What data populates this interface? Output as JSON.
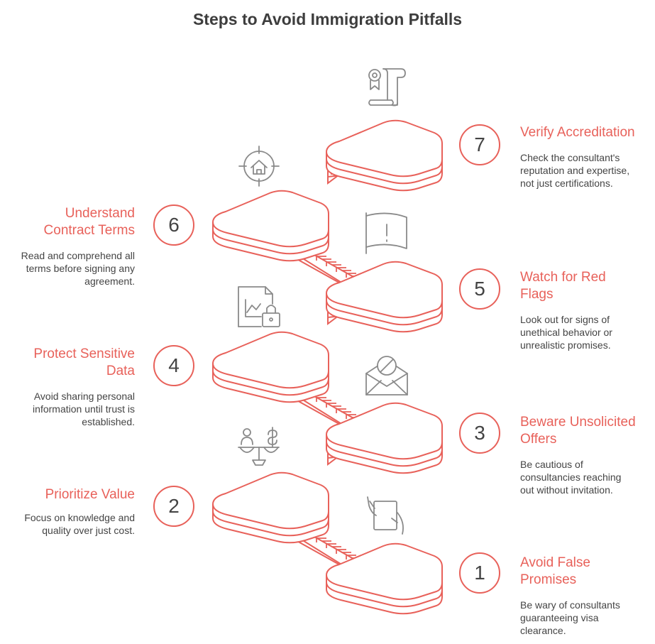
{
  "title": "Steps to Avoid Immigration Pitfalls",
  "steps": [
    {
      "number": "1",
      "title": "Avoid False Promises",
      "description": "Be wary of consultants guaranteeing visa clearance.",
      "icon": "tablet-hand-icon"
    },
    {
      "number": "2",
      "title": "Prioritize Value",
      "description": "Focus on knowledge and quality over just cost.",
      "icon": "balance-scale-icon"
    },
    {
      "number": "3",
      "title": "Beware Unsolicited Offers",
      "description": "Be cautious of consultancies reaching out without invitation.",
      "icon": "blocked-envelope-icon"
    },
    {
      "number": "4",
      "title": "Protect Sensitive Data",
      "description": "Avoid sharing personal information until trust is established.",
      "icon": "locked-chart-icon"
    },
    {
      "number": "5",
      "title": "Watch for Red Flags",
      "description": "Look out for signs of unethical behavior or unrealistic promises.",
      "icon": "warning-flag-icon"
    },
    {
      "number": "6",
      "title": "Understand Contract Terms",
      "description": "Read and comprehend all terms before signing any agreement.",
      "icon": "home-target-icon"
    },
    {
      "number": "7",
      "title": "Verify Accreditation",
      "description": "Check the consultant's reputation and expertise, not just certifications.",
      "icon": "certificate-scroll-icon"
    }
  ],
  "colors": {
    "accent": "#e8615a",
    "text": "#444444",
    "title": "#3d3d3d",
    "icon": "#8a8a8a"
  }
}
